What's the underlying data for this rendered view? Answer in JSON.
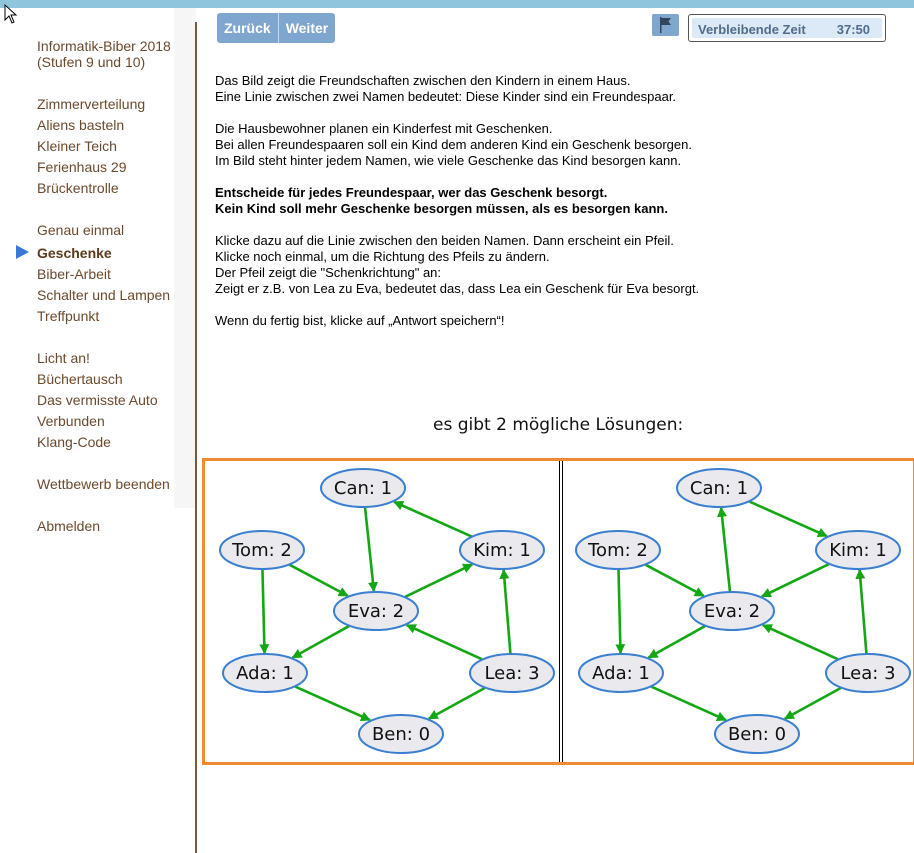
{
  "sidebar": {
    "title": "Informatik-Biber 2018 (Stufen 9 und 10)",
    "items": [
      {
        "label": "Zimmerverteilung"
      },
      {
        "label": "Aliens basteln"
      },
      {
        "label": "Kleiner Teich"
      },
      {
        "label": "Ferienhaus 29"
      },
      {
        "label": "Brückentrolle"
      },
      {
        "label": "Genau einmal"
      },
      {
        "label": "Geschenke"
      },
      {
        "label": "Biber-Arbeit"
      },
      {
        "label": "Schalter und Lampen"
      },
      {
        "label": "Treffpunkt"
      },
      {
        "label": "Licht an!"
      },
      {
        "label": "Büchertausch"
      },
      {
        "label": "Das vermisste Auto"
      },
      {
        "label": "Verbunden"
      },
      {
        "label": "Klang-Code"
      },
      {
        "label": "Wettbewerb beenden"
      },
      {
        "label": "Abmelden"
      }
    ],
    "active_item": "Geschenke"
  },
  "toolbar": {
    "back_label": "Zurück",
    "next_label": "Weiter",
    "flag_icon": "flag-icon"
  },
  "timer": {
    "label": "Verbleibende Zeit",
    "value": "37:50"
  },
  "task": {
    "p1_line1": "Das Bild zeigt die Freundschaften zwischen den Kindern in einem Haus.",
    "p1_line2": "Eine Linie zwischen zwei Namen bedeutet: Diese Kinder sind ein Freundespaar.",
    "p2_line1": "Die Hausbewohner planen ein Kinderfest mit Geschenken.",
    "p2_line2": "Bei allen Freundespaaren soll ein Kind dem anderen Kind ein Geschenk besorgen.",
    "p2_line3": "Im Bild steht hinter jedem Namen, wie viele Geschenke das Kind besorgen kann.",
    "p3_line1": "Entscheide für jedes Freundespaar, wer das Geschenk besorgt.",
    "p3_line2": "Kein Kind soll mehr Geschenke besorgen müssen, als es besorgen kann.",
    "p4_line1": "Klicke dazu auf die Linie zwischen den beiden Namen. Dann erscheint ein Pfeil.",
    "p4_line2": "Klicke noch einmal, um die Richtung des Pfeils zu ändern.",
    "p4_line3": "Der Pfeil zeigt die \"Schenkrichtung\" an:",
    "p4_line4": "Zeigt er z.B. von Lea zu Eva, bedeutet das, dass Lea ein Geschenk für Eva besorgt.",
    "p5_line1": "Wenn du fertig bist, klicke auf „Antwort speichern“!"
  },
  "solutions": {
    "heading": "es gibt 2 mögliche Lösungen:",
    "nodes": {
      "can": "Can: 1",
      "tom": "Tom: 2",
      "kim": "Kim: 1",
      "eva": "Eva: 2",
      "ada": "Ada: 1",
      "lea": "Lea: 3",
      "ben": "Ben: 0"
    },
    "colors": {
      "edge": "#13a813",
      "node_fill": "#e9e9ee",
      "node_stroke": "#3a7fd0",
      "frame": "#f08a30"
    },
    "solution_1": [
      [
        "Can",
        "Eva"
      ],
      [
        "Kim",
        "Can"
      ],
      [
        "Tom",
        "Eva"
      ],
      [
        "Tom",
        "Ada"
      ],
      [
        "Eva",
        "Kim"
      ],
      [
        "Eva",
        "Ada"
      ],
      [
        "Lea",
        "Kim"
      ],
      [
        "Lea",
        "Eva"
      ],
      [
        "Lea",
        "Ben"
      ],
      [
        "Ada",
        "Ben"
      ]
    ],
    "solution_2": [
      [
        "Eva",
        "Can"
      ],
      [
        "Can",
        "Kim"
      ],
      [
        "Tom",
        "Eva"
      ],
      [
        "Tom",
        "Ada"
      ],
      [
        "Kim",
        "Eva"
      ],
      [
        "Eva",
        "Ada"
      ],
      [
        "Lea",
        "Kim"
      ],
      [
        "Lea",
        "Eva"
      ],
      [
        "Lea",
        "Ben"
      ],
      [
        "Ada",
        "Ben"
      ]
    ]
  }
}
